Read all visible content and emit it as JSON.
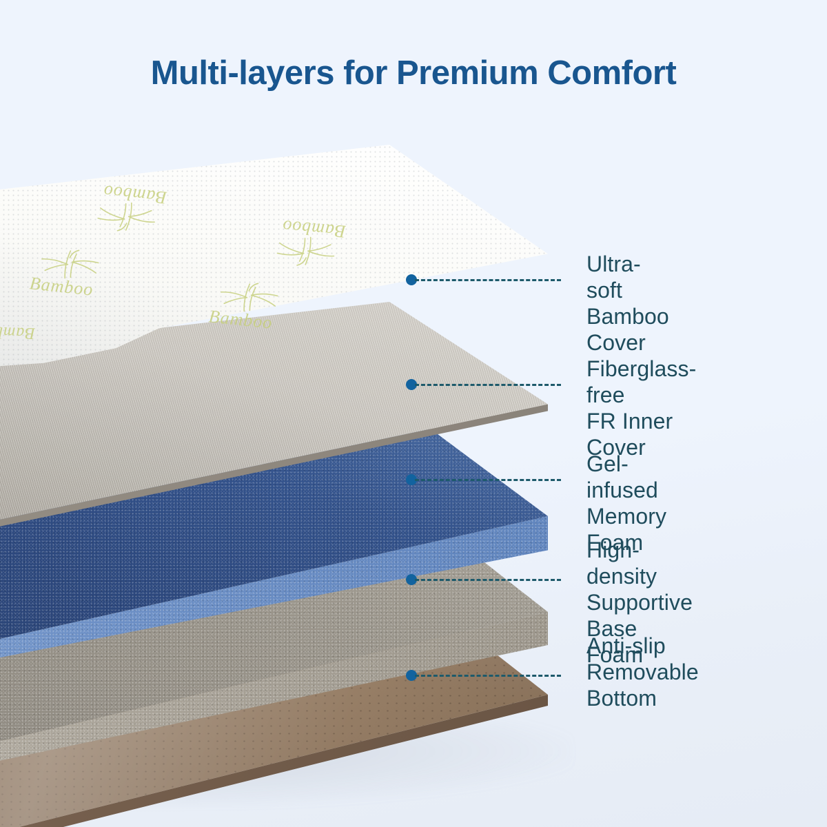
{
  "page": {
    "title": "Multi-layers for Premium Comfort",
    "background_color": "#edf4fc",
    "title_color": "#19568f",
    "label_color": "#1f4c5c",
    "marker_color": "#12639f",
    "leader_color": "#1d5a6b"
  },
  "product": {
    "brand_mark": "Bamboo",
    "brand_mark_color": "#c6cf7d"
  },
  "layers": [
    {
      "id": "ultra-soft-bamboo-cover",
      "label": "Ultra-soft\nBamboo Cover",
      "line1": "Ultra-soft",
      "line2": "Bamboo Cover",
      "color": "#fbfbf8",
      "order": 1
    },
    {
      "id": "fiberglass-free-fr-inner-cover",
      "label": "Fiberglass-free\nFR Inner Cover",
      "line1": "Fiberglass-free",
      "line2": "FR Inner Cover",
      "color": "#cdc9c2",
      "order": 2
    },
    {
      "id": "gel-infused-memory-foam",
      "label": "Gel-infused\nMemory Foam",
      "line1": "Gel-infused",
      "line2": "Memory Foam",
      "color": "#33528b",
      "order": 3
    },
    {
      "id": "high-density-supportive-base-foam",
      "label": "High-density\nSupportive Base\nFoam",
      "line1": "High-density",
      "line2": "Supportive Base",
      "line3": "Foam",
      "color": "#9a958b",
      "order": 4
    },
    {
      "id": "anti-slip-removable-bottom",
      "label": "Anti-slip\nRemovable\nBottom",
      "line1": "Anti-slip",
      "line2": "Removable",
      "line3": "Bottom",
      "color": "#93795f",
      "order": 5
    }
  ]
}
